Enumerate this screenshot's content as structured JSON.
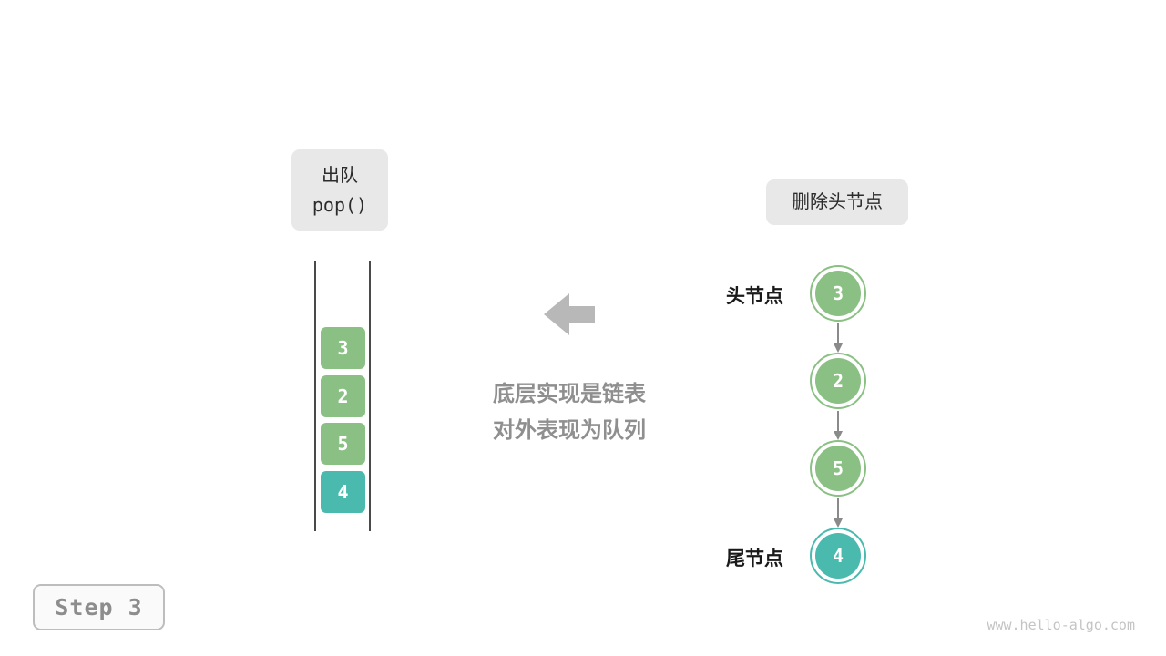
{
  "operation_label": {
    "line1": "出队",
    "line2": "pop()"
  },
  "queue": {
    "items": [
      {
        "value": "3",
        "color": "green"
      },
      {
        "value": "2",
        "color": "green"
      },
      {
        "value": "5",
        "color": "green"
      },
      {
        "value": "4",
        "color": "teal"
      }
    ]
  },
  "annotation": {
    "line1": "底层实现是链表",
    "line2": "对外表现为队列"
  },
  "linked_list": {
    "label": "删除头节点",
    "head_label": "头节点",
    "tail_label": "尾节点",
    "nodes": [
      {
        "value": "3",
        "color": "green"
      },
      {
        "value": "2",
        "color": "green"
      },
      {
        "value": "5",
        "color": "green"
      },
      {
        "value": "4",
        "color": "teal"
      }
    ]
  },
  "step": {
    "label": "Step 3"
  },
  "watermark": "www.hello-algo.com",
  "colors": {
    "green": "#8ac084",
    "teal": "#4ab9ae"
  }
}
